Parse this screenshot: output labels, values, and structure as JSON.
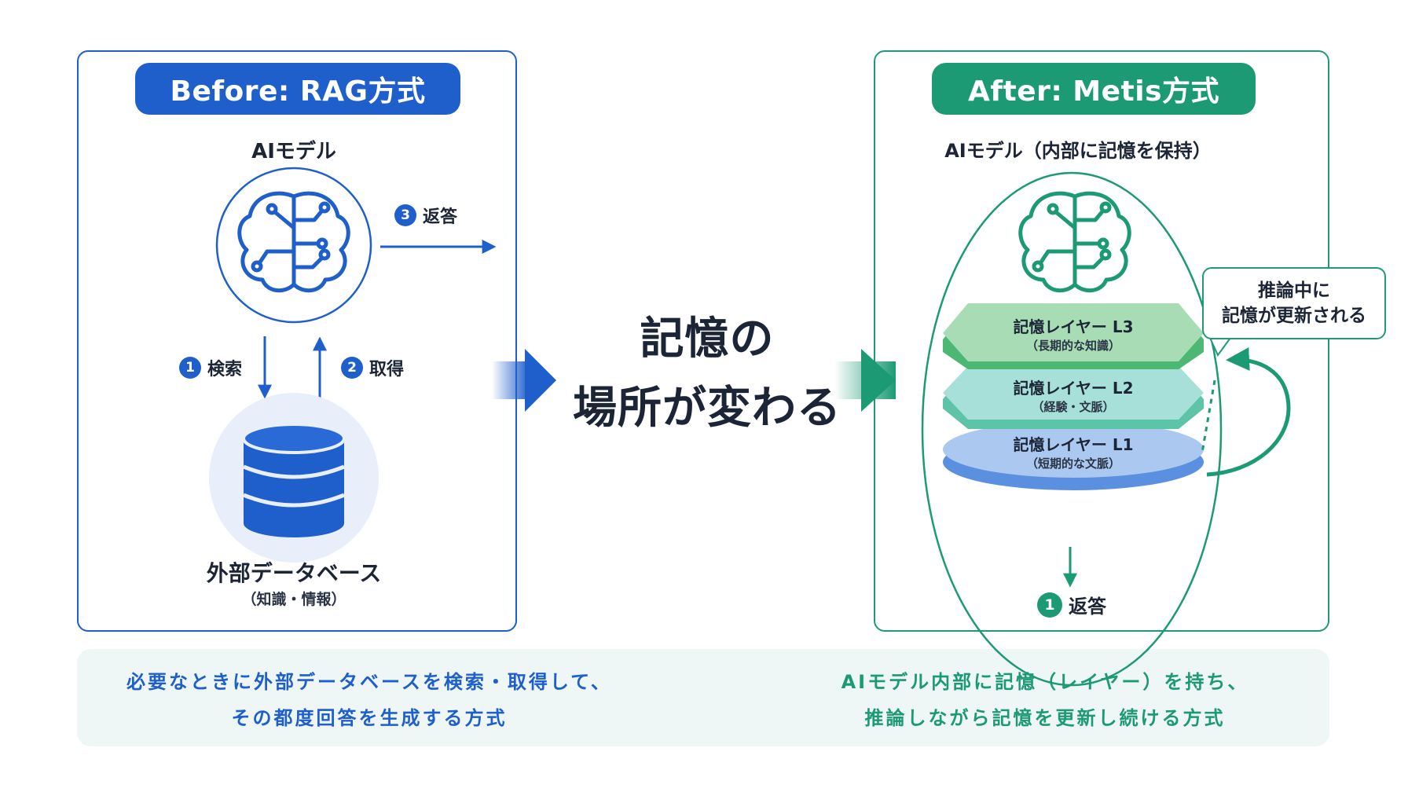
{
  "before": {
    "title": "Before: RAG方式",
    "model_label": "AIモデル",
    "step_search_num": "1",
    "step_search": "検索",
    "step_get_num": "2",
    "step_get": "取得",
    "step_reply_num": "3",
    "step_reply": "返答",
    "db_label": "外部データベース",
    "db_sub": "（知識・情報）",
    "caption_line1": "必要なときに外部データベースを検索・取得して、",
    "caption_line2": "その都度回答を生成する方式"
  },
  "center": {
    "line1": "記憶の",
    "line2": "場所が変わる"
  },
  "after": {
    "title": "After: Metis方式",
    "model_label": "AIモデル（内部に記憶を保持）",
    "layers": [
      {
        "title": "記憶レイヤー L3",
        "sub": "（長期的な知識）"
      },
      {
        "title": "記憶レイヤー L2",
        "sub": "（経験・文脈）"
      },
      {
        "title": "記憶レイヤー L1",
        "sub": "（短期的な文脈）"
      }
    ],
    "callout_line1": "推論中に",
    "callout_line2": "記憶が更新される",
    "step_reply_num": "1",
    "step_reply": "返答",
    "caption_line1": "AIモデル内部に記憶（レイヤー）を持ち、",
    "caption_line2": "推論しながら記憶を更新し続ける方式"
  },
  "colors": {
    "blue": "#1f5fcc",
    "green": "#1c9a74",
    "l3": "#a8dcb4",
    "l2": "#a6e0d8",
    "l1": "#aac8f0"
  }
}
